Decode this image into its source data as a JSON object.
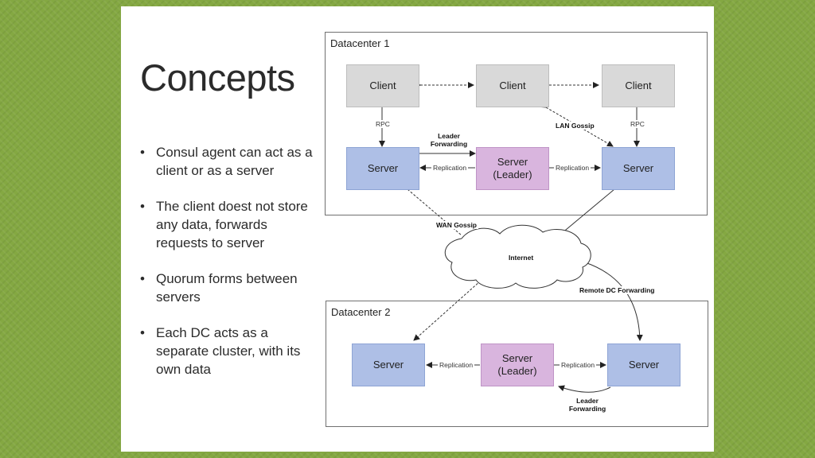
{
  "title": "Concepts",
  "bullets": [
    "Consul agent can act as a client or as a server",
    "The client doest not store any data, forwards requests to server",
    "Quorum forms between servers",
    "Each DC acts as a separate cluster, with its own data"
  ],
  "datacenter1": {
    "title": "Datacenter 1",
    "clients": [
      "Client",
      "Client",
      "Client"
    ],
    "server_left": "Server",
    "leader_line1": "Server",
    "leader_line2": "(Leader)",
    "server_right": "Server",
    "rpc_left": "RPC",
    "rpc_right": "RPC",
    "leader_forwarding_line1": "Leader",
    "leader_forwarding_line2": "Forwarding",
    "replication_left": "Replication",
    "replication_right": "Replication",
    "lan_gossip": "LAN Gossip"
  },
  "wan_gossip": "WAN Gossip",
  "internet": "Internet",
  "remote_dc_forwarding": "Remote DC Forwarding",
  "datacenter2": {
    "title": "Datacenter 2",
    "server_left": "Server",
    "leader_line1": "Server",
    "leader_line2": "(Leader)",
    "server_right": "Server",
    "replication_left": "Replication",
    "replication_right": "Replication",
    "leader_forwarding_line1": "Leader",
    "leader_forwarding_line2": "Forwarding"
  },
  "colors": {
    "background": "#84a842",
    "client": "#d9d9d9",
    "server": "#aebfe6",
    "leader": "#d9b5de"
  }
}
